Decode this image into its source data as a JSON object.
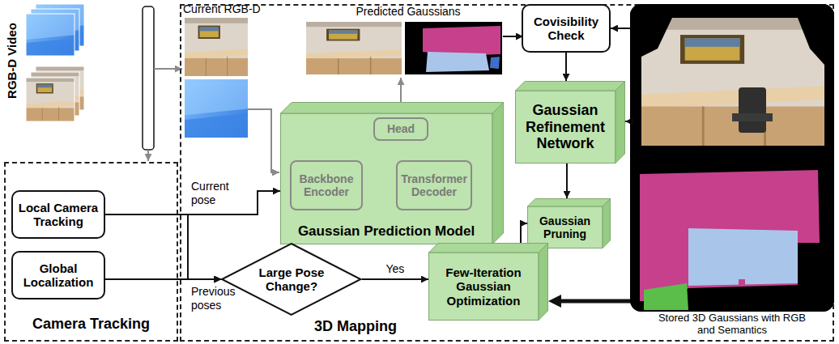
{
  "diagram": {
    "nodes": [
      {
        "text": [
          "Camera Tracking"
        ]
      },
      {
        "text": [
          "Local Camera Tracking"
        ],
        "in": 0
      },
      {
        "text": [
          "Global Localization"
        ],
        "in": 0
      },
      {
        "text": [
          "3D Mapping"
        ]
      },
      {
        "text": [
          "Gaussian Prediction Model"
        ],
        "in": 3
      },
      {
        "text": [
          "Head"
        ],
        "in": 4
      },
      {
        "text": [
          "Backbone Encoder"
        ],
        "in": 4
      },
      {
        "text": [
          "Transformer Decoder"
        ],
        "in": 4
      },
      {
        "text": [
          "Covisibility Check"
        ],
        "in": 3
      },
      {
        "text": [
          "Gaussian Refinement Network"
        ],
        "in": 3
      },
      {
        "text": [
          "Large Pose Change?"
        ],
        "in": 3
      },
      {
        "text": [
          "Gaussian Pruning"
        ],
        "in": 3
      },
      {
        "text": [
          "Few-Iteration Gaussian Optimization"
        ],
        "in": 3
      },
      {
        "text": [
          "Stored 3D Gaussians with RGB and Semantics"
        ],
        "in": 3
      }
    ],
    "edges": [
      {
        "from": 6,
        "to": 5,
        "arrow": "to"
      },
      {
        "from": 7,
        "to": 5,
        "arrow": "to"
      },
      {
        "from": 6,
        "to": 7,
        "arrow": "to"
      },
      {
        "from": 8,
        "to": 9,
        "arrow": "to"
      },
      {
        "from": 13,
        "to": 8,
        "arrow": "to"
      },
      {
        "from": 13,
        "to": 9,
        "arrow": "to"
      },
      {
        "from": 9,
        "to": 11,
        "arrow": "to"
      },
      {
        "from": 12,
        "to": 11,
        "arrow": "to"
      },
      {
        "from": 10,
        "to": 12,
        "label": "Yes",
        "arrow": "to"
      },
      {
        "from": 13,
        "to": 12,
        "arrow": "to"
      },
      {
        "from": 1,
        "to": 4,
        "arrow": "to"
      },
      {
        "from": 1,
        "to": 10,
        "arrow": "to"
      },
      {
        "from": 2,
        "to": 10,
        "arrow": "to"
      }
    ],
    "labels": [
      "RGB-D Video",
      "Current RGB-D",
      "Predicted Gaussians",
      "Current pose",
      "Previous poses"
    ]
  }
}
